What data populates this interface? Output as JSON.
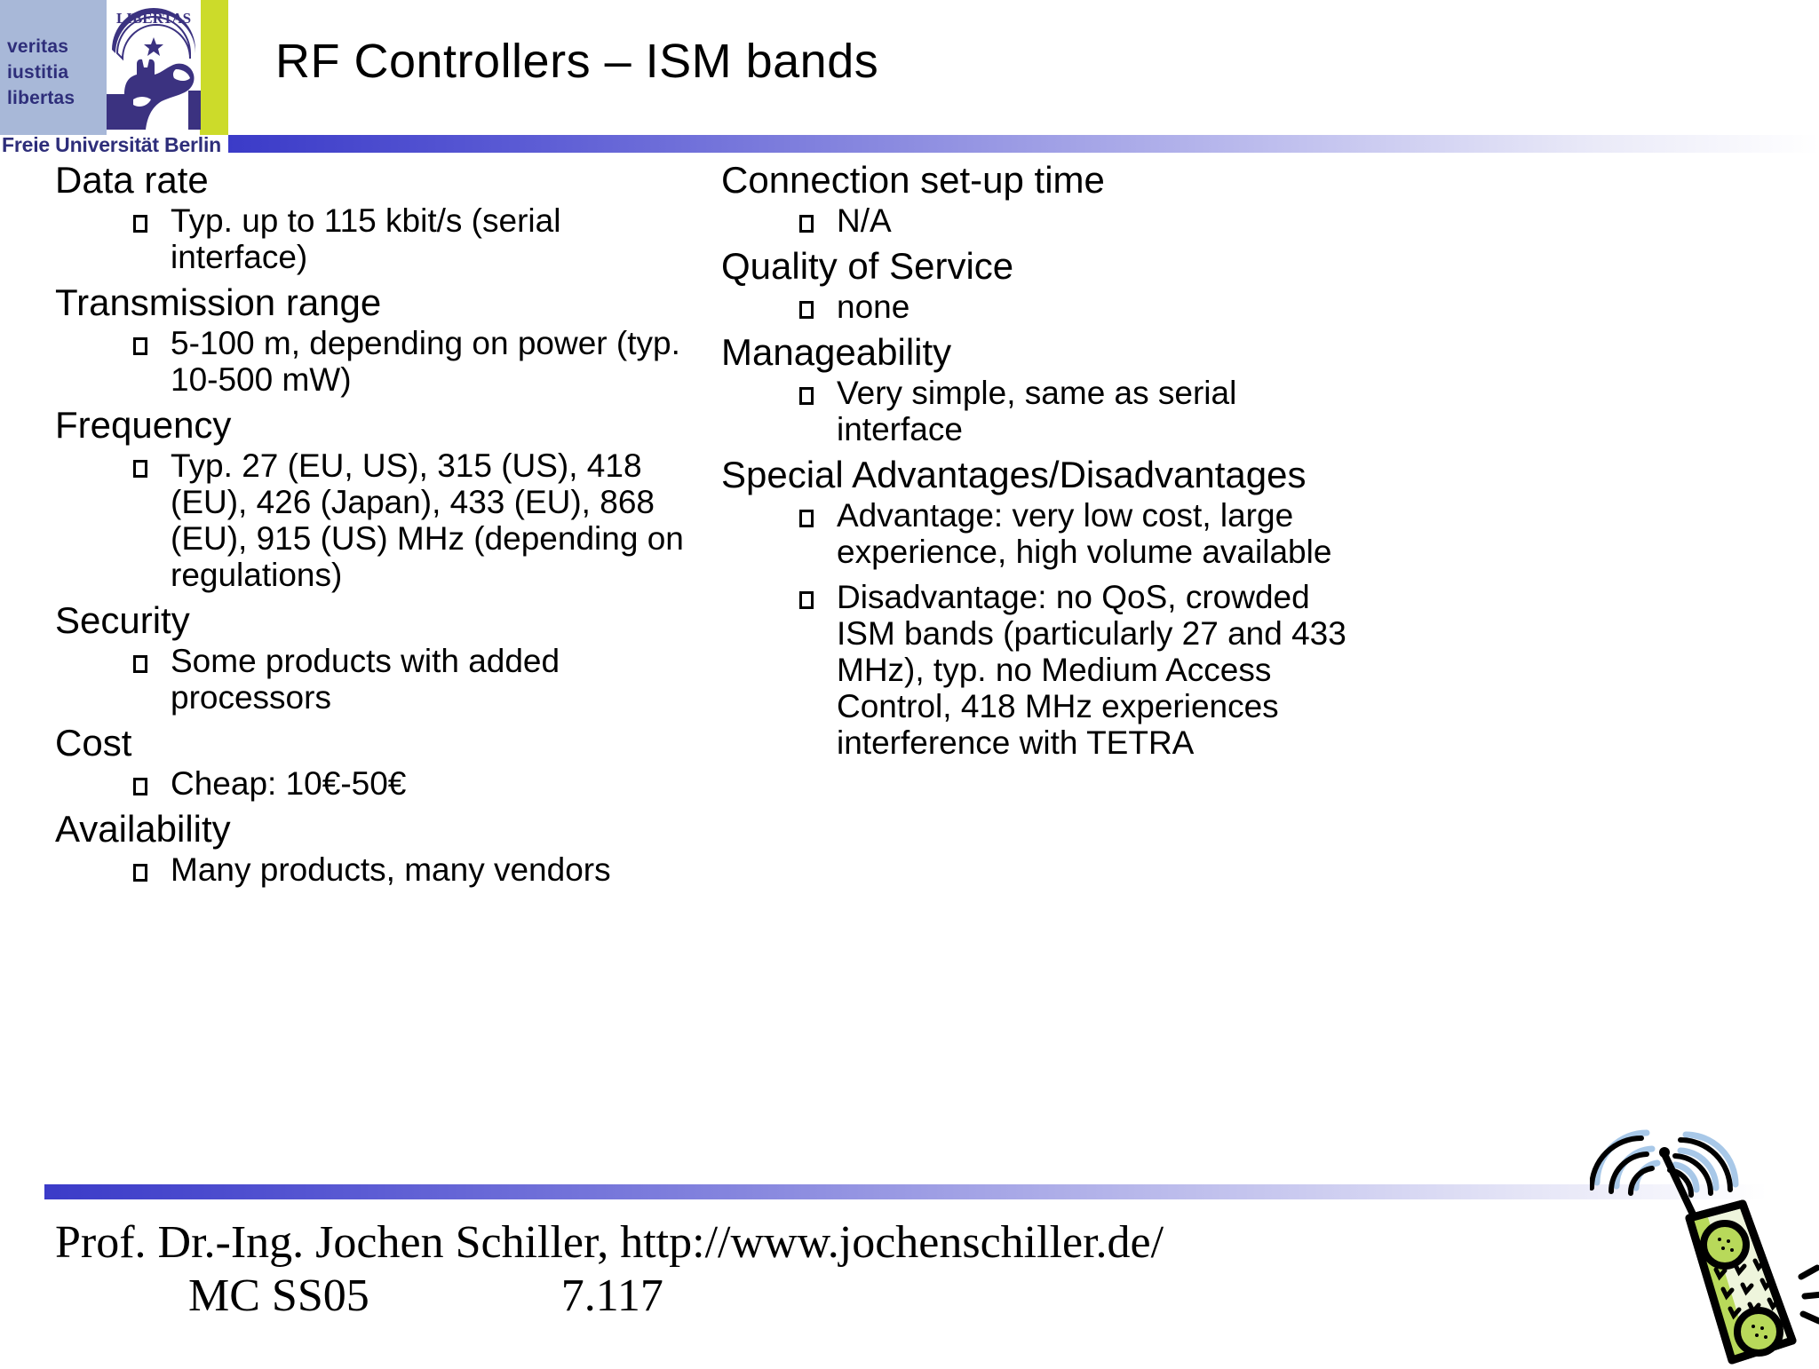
{
  "header": {
    "title": "RF Controllers – ISM bands",
    "logo": {
      "motto": [
        "veritas",
        "iustitia",
        "libertas"
      ],
      "wordmark": "Freie Universität Berlin",
      "seal_text": "LIBERTAS",
      "colors": {
        "panel_blue": "#a8b8d8",
        "seal_violet": "#3b3280",
        "stripe_green": "#ccdb2a"
      }
    },
    "rule_gradient_start": "#3b3bc8",
    "rule_gradient_end": "#ffffff"
  },
  "content": {
    "left_column": [
      {
        "topic": "Data rate",
        "bullets": [
          "Typ. up to 115 kbit/s (serial interface)"
        ]
      },
      {
        "topic": "Transmission range",
        "bullets": [
          "5-100 m, depending on power (typ. 10-500 mW)"
        ]
      },
      {
        "topic": "Frequency",
        "bullets": [
          "Typ. 27 (EU, US), 315 (US), 418 (EU), 426 (Japan), 433 (EU), 868 (EU), 915 (US) MHz (depending on regulations)"
        ]
      },
      {
        "topic": "Security",
        "bullets": [
          "Some products with added processors"
        ]
      },
      {
        "topic": "Cost",
        "bullets": [
          "Cheap: 10€-50€"
        ]
      },
      {
        "topic": "Availability",
        "bullets": [
          "Many products, many vendors"
        ]
      }
    ],
    "right_column": [
      {
        "topic": "Connection set-up time",
        "bullets": [
          "N/A"
        ]
      },
      {
        "topic": "Quality of Service",
        "bullets": [
          "none"
        ]
      },
      {
        "topic": "Manageability",
        "bullets": [
          "Very simple, same as serial interface"
        ]
      },
      {
        "topic": "Special Advantages/Disadvantages",
        "bullets": [
          "Advantage: very low cost, large experience, high volume available",
          "Disadvantage: no QoS, crowded ISM bands (particularly 27 and 433 MHz), typ. no Medium Access Control, 418 MHz experiences interference with TETRA"
        ]
      }
    ]
  },
  "footer": {
    "line1": "Prof. Dr.-Ing. Jochen Schiller, http://www.jochenschiller.de/",
    "course": "MC SS05",
    "page": "7.117"
  },
  "clipart": {
    "name": "cordless-phone-with-radio-waves",
    "body_color": "#d6e8a0",
    "accent_color": "#b8d95a",
    "wave_color": "#a8c8e8"
  }
}
